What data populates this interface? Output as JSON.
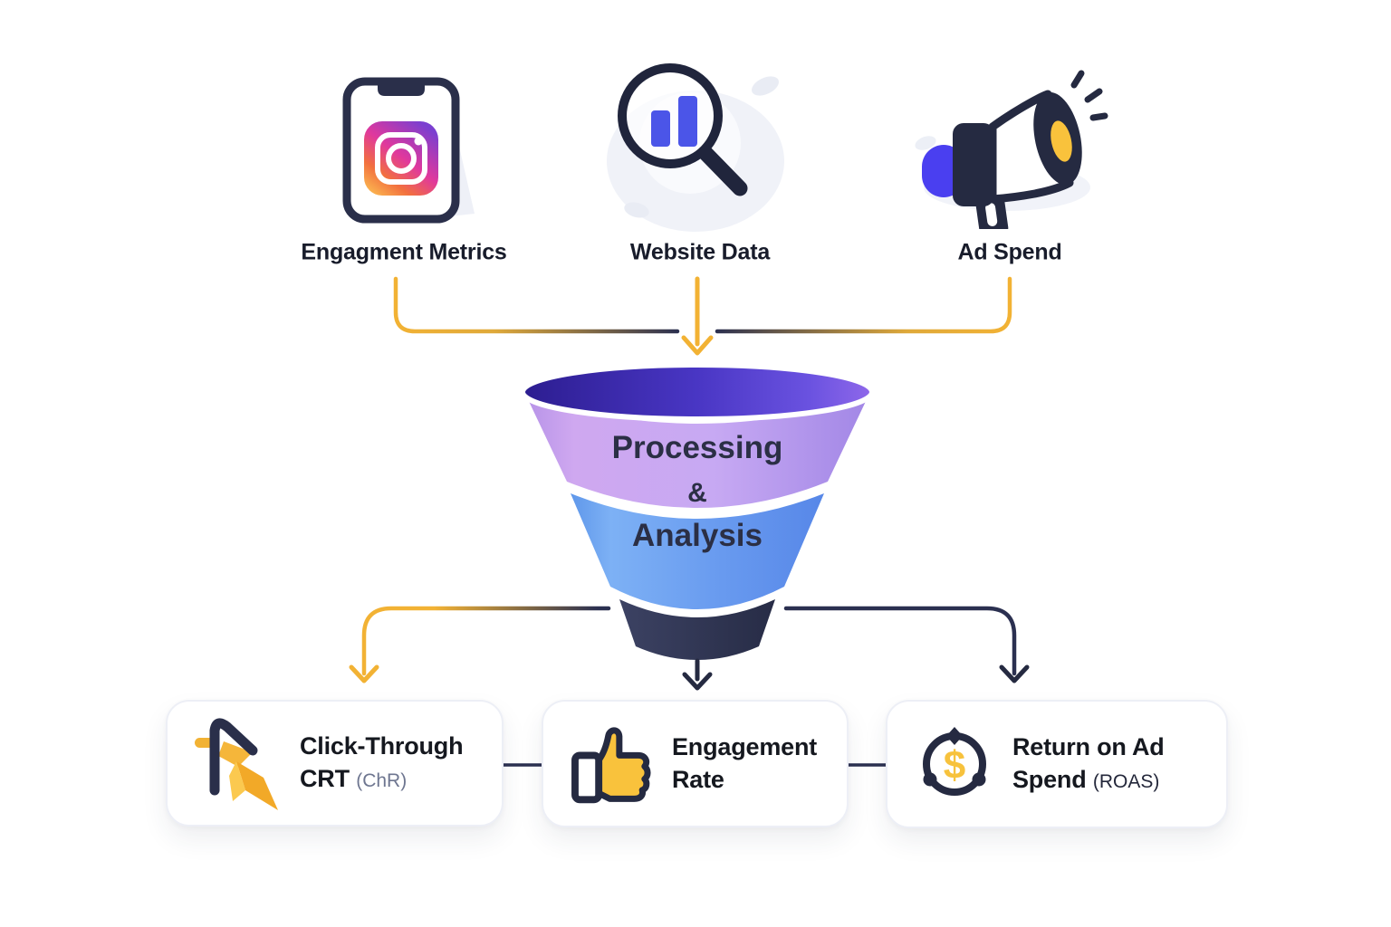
{
  "colors": {
    "navy": "#252a41",
    "yellow": "#f2b234",
    "purple_band": "#c7a9f3",
    "blue_band": "#689aef",
    "funnel_mouth": "#4936c4",
    "funnel_stem": "#2f3553",
    "instagram_gradient": [
      "#fdc854",
      "#f2703e",
      "#e0389d",
      "#7b3fd0"
    ],
    "card_border": "#edeff6",
    "muted_suffix": "#6e7690"
  },
  "sources": [
    {
      "label": "Engagment Metrics",
      "icon": "instagram-phone-icon"
    },
    {
      "label": "Website Data",
      "icon": "magnifier-bar-chart-icon"
    },
    {
      "label": "Ad Spend",
      "icon": "megaphone-icon"
    }
  ],
  "funnel": {
    "line1": "Processing",
    "line2": "&",
    "line3": "Analysis"
  },
  "outputs": [
    {
      "line1": "Click-Through",
      "line2": "CRT",
      "suffix": "(ChR)",
      "icon": "cursor-click-icon"
    },
    {
      "line1": "Engagement",
      "line2": "Rate",
      "suffix": "",
      "icon": "thumbs-up-icon"
    },
    {
      "line1": "Return on Ad",
      "line2": "Spend",
      "suffix": "(ROAS)",
      "icon": "roas-target-icon"
    }
  ],
  "icons": {
    "dollar_glyph": "$"
  }
}
